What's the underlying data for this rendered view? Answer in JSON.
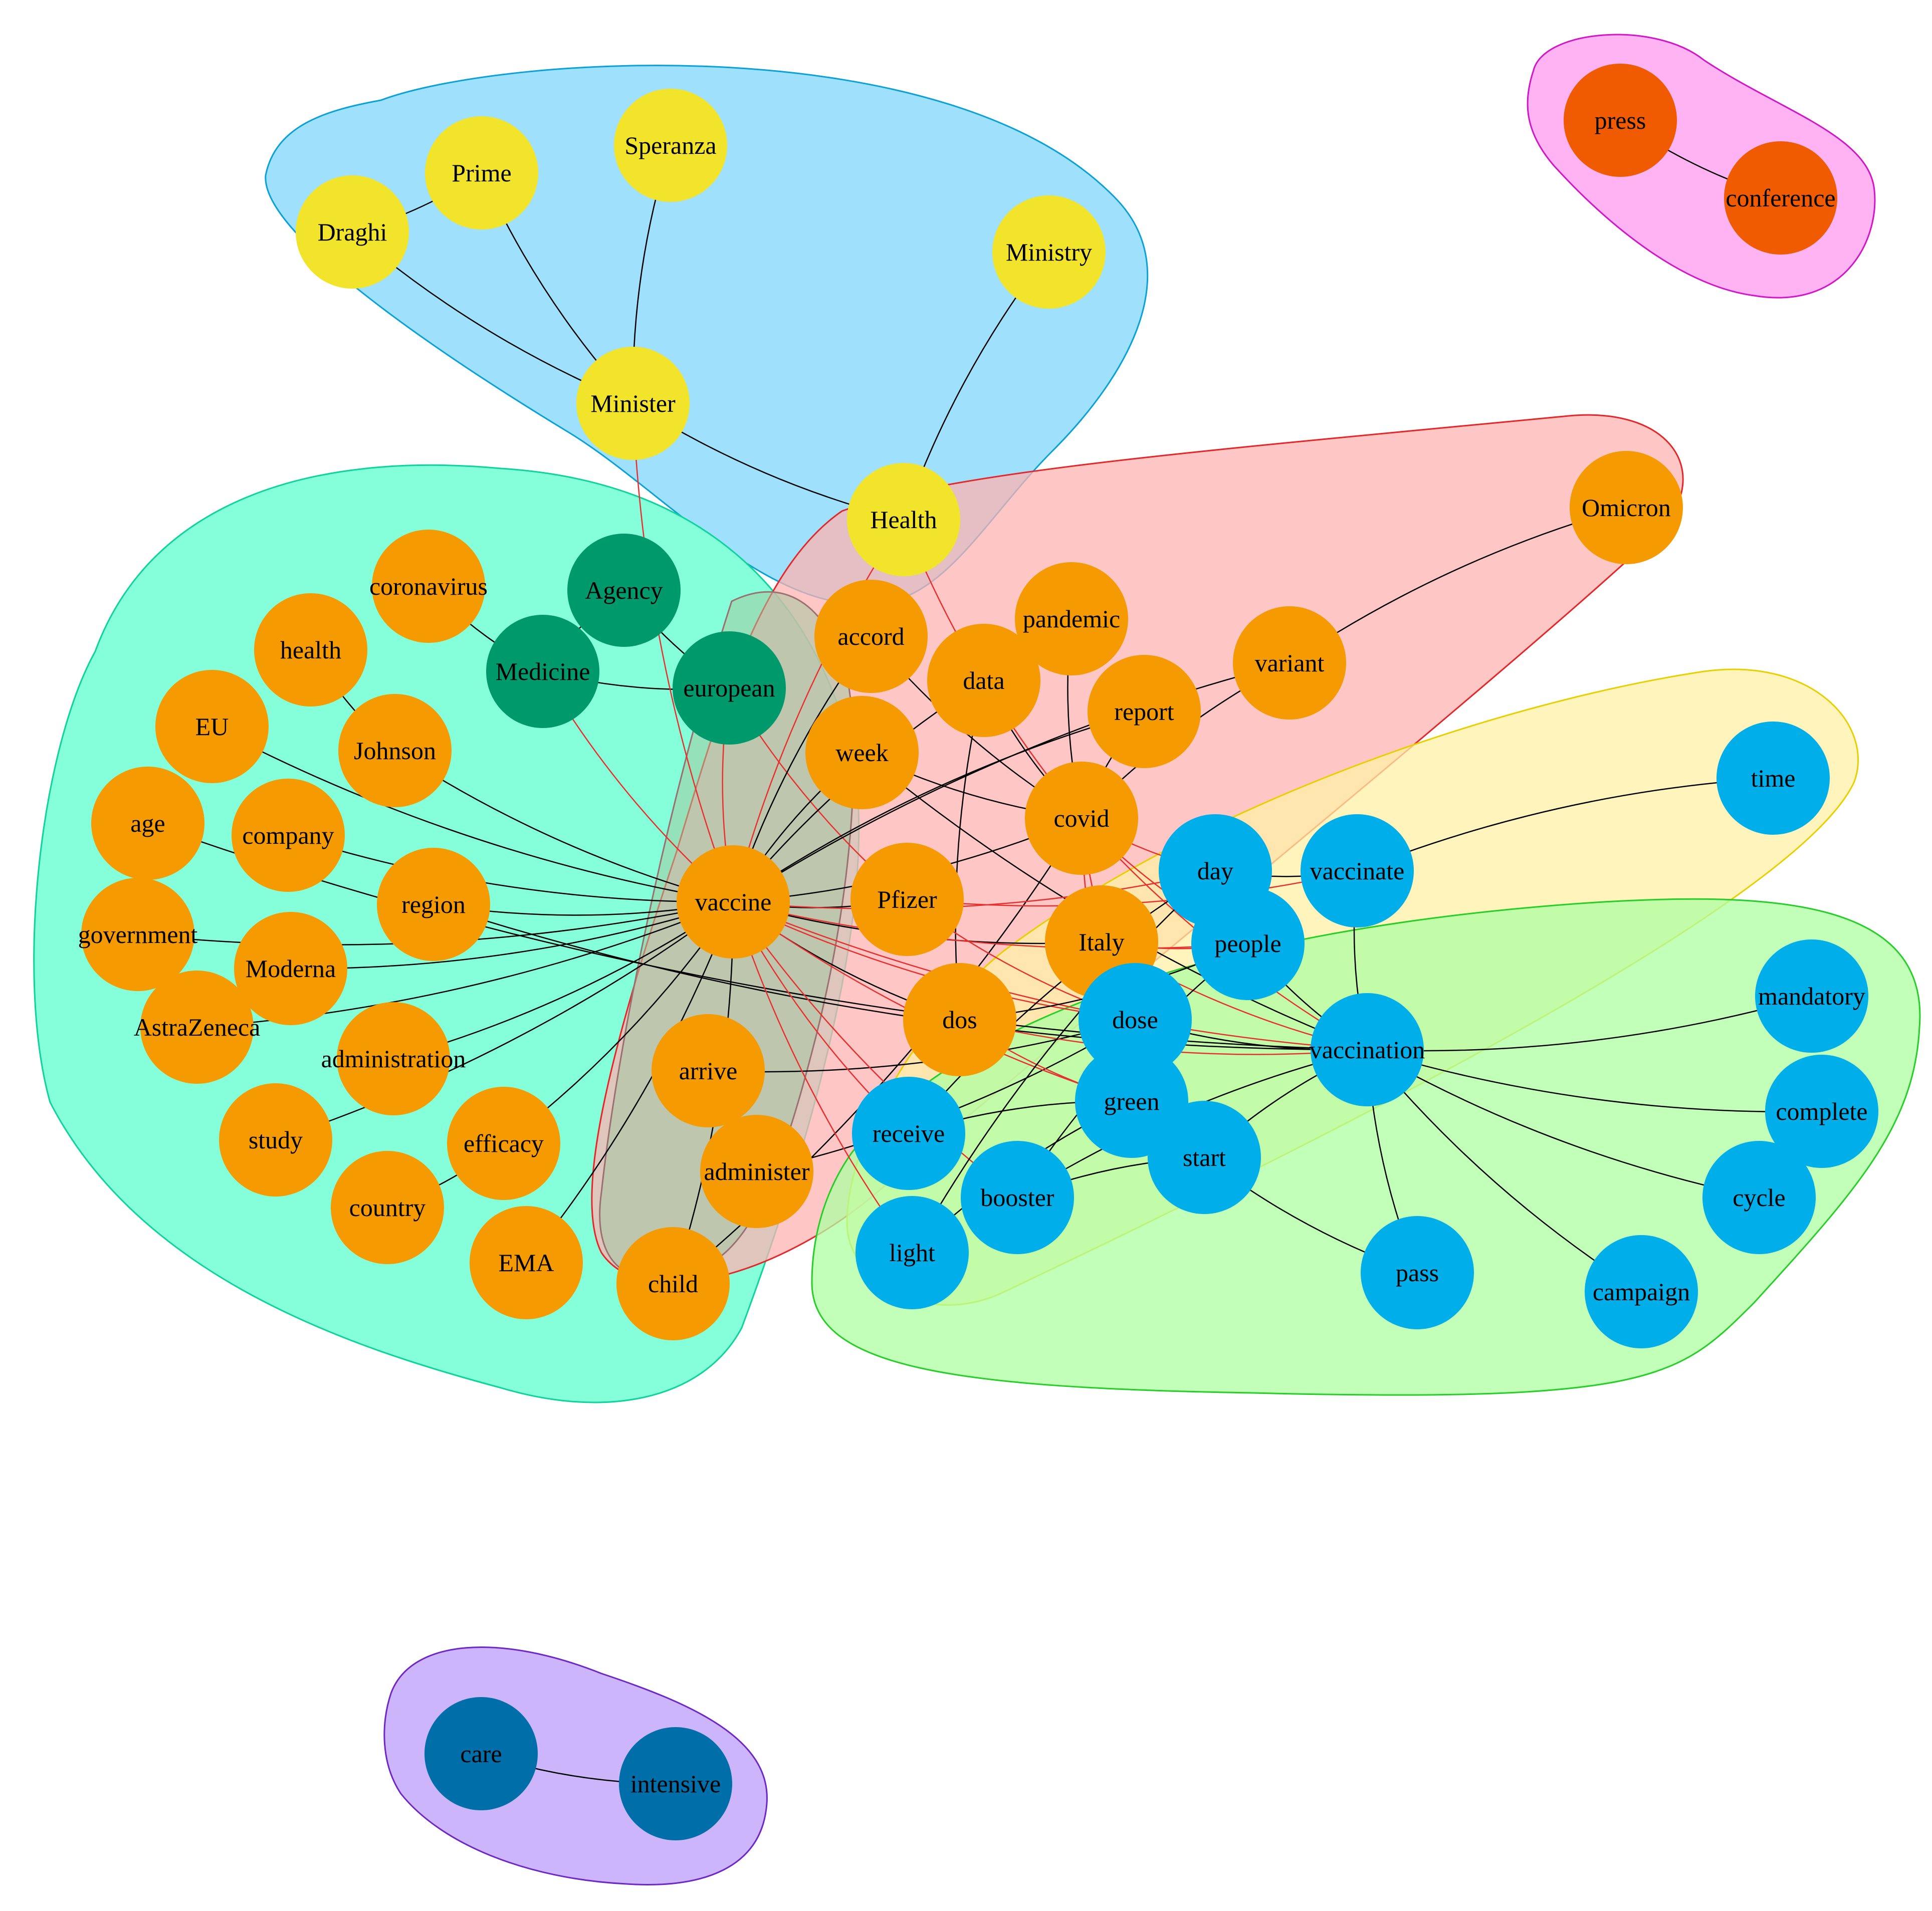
{
  "diagram": {
    "type": "network-graph",
    "colors": {
      "orange": "#f59a00",
      "yellow": "#f2e32b",
      "green": "#00996b",
      "blue": "#00aeea",
      "red_orange": "#f05a00",
      "dark_blue": "#006fa9",
      "edge_black": "#000000",
      "edge_red": "#e8302f"
    },
    "groups": [
      {
        "id": "g_health",
        "fill": "#9fe1fc",
        "stroke": "#0aa1d8"
      },
      {
        "id": "g_vaccine",
        "fill": "#85ffd9",
        "stroke": "#0dd49a"
      },
      {
        "id": "g_covid",
        "fill": "#feb3b1",
        "stroke": "#e5272a"
      },
      {
        "id": "g_day",
        "fill": "#fdf0a6",
        "stroke": "#e8d000"
      },
      {
        "id": "g_vaccination",
        "fill": "#adffa1",
        "stroke": "#26cf28"
      },
      {
        "id": "g_press",
        "fill": "#ffb3f2",
        "stroke": "#d317c8"
      },
      {
        "id": "g_care",
        "fill": "#cdb5fc",
        "stroke": "#6f28c8"
      },
      {
        "id": "g_overlap",
        "fill": "#a3c8a0",
        "stroke": "#9a7070"
      }
    ],
    "nodes": [
      {
        "id": "Draghi",
        "label": "Draghi",
        "color": "yellow"
      },
      {
        "id": "Prime",
        "label": "Prime",
        "color": "yellow"
      },
      {
        "id": "Speranza",
        "label": "Speranza",
        "color": "yellow"
      },
      {
        "id": "Ministry",
        "label": "Ministry",
        "color": "yellow"
      },
      {
        "id": "Minister",
        "label": "Minister",
        "color": "yellow"
      },
      {
        "id": "Health",
        "label": "Health",
        "color": "yellow"
      },
      {
        "id": "press",
        "label": "press",
        "color": "red_orange"
      },
      {
        "id": "conference",
        "label": "conference",
        "color": "red_orange"
      },
      {
        "id": "Omicron",
        "label": "Omicron",
        "color": "orange"
      },
      {
        "id": "coronavirus",
        "label": "coronavirus",
        "color": "orange"
      },
      {
        "id": "Agency",
        "label": "Agency",
        "color": "green"
      },
      {
        "id": "health",
        "label": "health",
        "color": "orange"
      },
      {
        "id": "Medicine",
        "label": "Medicine",
        "color": "green"
      },
      {
        "id": "european",
        "label": "european",
        "color": "green"
      },
      {
        "id": "accord",
        "label": "accord",
        "color": "orange"
      },
      {
        "id": "pandemic",
        "label": "pandemic",
        "color": "orange"
      },
      {
        "id": "data",
        "label": "data",
        "color": "orange"
      },
      {
        "id": "variant",
        "label": "variant",
        "color": "orange"
      },
      {
        "id": "EU",
        "label": "EU",
        "color": "orange"
      },
      {
        "id": "Johnson",
        "label": "Johnson",
        "color": "orange"
      },
      {
        "id": "week",
        "label": "week",
        "color": "orange"
      },
      {
        "id": "report",
        "label": "report",
        "color": "orange"
      },
      {
        "id": "time",
        "label": "time",
        "color": "blue"
      },
      {
        "id": "age",
        "label": "age",
        "color": "orange"
      },
      {
        "id": "company",
        "label": "company",
        "color": "orange"
      },
      {
        "id": "covid",
        "label": "covid",
        "color": "orange"
      },
      {
        "id": "day",
        "label": "day",
        "color": "blue"
      },
      {
        "id": "vaccinate",
        "label": "vaccinate",
        "color": "blue"
      },
      {
        "id": "region",
        "label": "region",
        "color": "orange"
      },
      {
        "id": "vaccine",
        "label": "vaccine",
        "color": "orange"
      },
      {
        "id": "Pfizer",
        "label": "Pfizer",
        "color": "orange"
      },
      {
        "id": "government",
        "label": "government",
        "color": "orange"
      },
      {
        "id": "Moderna",
        "label": "Moderna",
        "color": "orange"
      },
      {
        "id": "Italy",
        "label": "Italy",
        "color": "orange"
      },
      {
        "id": "people",
        "label": "people",
        "color": "blue"
      },
      {
        "id": "mandatory",
        "label": "mandatory",
        "color": "blue"
      },
      {
        "id": "AstraZeneca",
        "label": "AstraZeneca",
        "color": "orange"
      },
      {
        "id": "administration",
        "label": "administration",
        "color": "orange"
      },
      {
        "id": "dos",
        "label": "dos",
        "color": "orange"
      },
      {
        "id": "dose",
        "label": "dose",
        "color": "blue"
      },
      {
        "id": "vaccination",
        "label": "vaccination",
        "color": "blue"
      },
      {
        "id": "arrive",
        "label": "arrive",
        "color": "orange"
      },
      {
        "id": "green",
        "label": "green",
        "color": "blue"
      },
      {
        "id": "complete",
        "label": "complete",
        "color": "blue"
      },
      {
        "id": "study",
        "label": "study",
        "color": "orange"
      },
      {
        "id": "efficacy",
        "label": "efficacy",
        "color": "orange"
      },
      {
        "id": "receive",
        "label": "receive",
        "color": "blue"
      },
      {
        "id": "start",
        "label": "start",
        "color": "blue"
      },
      {
        "id": "administer",
        "label": "administer",
        "color": "orange"
      },
      {
        "id": "country",
        "label": "country",
        "color": "orange"
      },
      {
        "id": "booster",
        "label": "booster",
        "color": "blue"
      },
      {
        "id": "cycle",
        "label": "cycle",
        "color": "blue"
      },
      {
        "id": "EMA",
        "label": "EMA",
        "color": "orange"
      },
      {
        "id": "light",
        "label": "light",
        "color": "blue"
      },
      {
        "id": "child",
        "label": "child",
        "color": "orange"
      },
      {
        "id": "pass",
        "label": "pass",
        "color": "blue"
      },
      {
        "id": "campaign",
        "label": "campaign",
        "color": "blue"
      },
      {
        "id": "care",
        "label": "care",
        "color": "dark_blue"
      },
      {
        "id": "intensive",
        "label": "intensive",
        "color": "dark_blue"
      }
    ],
    "edges": [
      [
        "Draghi",
        "Prime",
        "k"
      ],
      [
        "Draghi",
        "Minister",
        "k"
      ],
      [
        "Prime",
        "Minister",
        "k"
      ],
      [
        "Speranza",
        "Minister",
        "k"
      ],
      [
        "Minister",
        "Health",
        "k"
      ],
      [
        "Ministry",
        "Health",
        "k"
      ],
      [
        "press",
        "conference",
        "k"
      ],
      [
        "care",
        "intensive",
        "k"
      ],
      [
        "Omicron",
        "variant",
        "k"
      ],
      [
        "coronavirus",
        "Medicine",
        "k"
      ],
      [
        "health",
        "Johnson",
        "k"
      ],
      [
        "Agency",
        "european",
        "k"
      ],
      [
        "Medicine",
        "european",
        "k"
      ],
      [
        "Agency",
        "Medicine",
        "k"
      ],
      [
        "Minister",
        "vaccine",
        "r"
      ],
      [
        "Health",
        "vaccine",
        "r"
      ],
      [
        "Health",
        "covid",
        "r"
      ],
      [
        "european",
        "vaccine",
        "r"
      ],
      [
        "european",
        "Pfizer",
        "r"
      ],
      [
        "Medicine",
        "vaccine",
        "r"
      ],
      [
        "accord",
        "vaccine",
        "k"
      ],
      [
        "accord",
        "covid",
        "k"
      ],
      [
        "data",
        "covid",
        "k"
      ],
      [
        "data",
        "vaccine",
        "k"
      ],
      [
        "data",
        "dos",
        "k"
      ],
      [
        "pandemic",
        "covid",
        "k"
      ],
      [
        "variant",
        "vaccine",
        "k"
      ],
      [
        "variant",
        "covid",
        "k"
      ],
      [
        "report",
        "covid",
        "k"
      ],
      [
        "report",
        "vaccine",
        "k"
      ],
      [
        "week",
        "vaccine",
        "k"
      ],
      [
        "week",
        "covid",
        "k"
      ],
      [
        "week",
        "vaccination",
        "k"
      ],
      [
        "EU",
        "vaccine",
        "k"
      ],
      [
        "Johnson",
        "vaccine",
        "k"
      ],
      [
        "age",
        "vaccination",
        "k"
      ],
      [
        "company",
        "vaccine",
        "k"
      ],
      [
        "region",
        "vaccine",
        "k"
      ],
      [
        "region",
        "vaccination",
        "k"
      ],
      [
        "government",
        "vaccine",
        "k"
      ],
      [
        "Moderna",
        "vaccine",
        "k"
      ],
      [
        "AstraZeneca",
        "vaccine",
        "k"
      ],
      [
        "administration",
        "vaccine",
        "k"
      ],
      [
        "study",
        "vaccine",
        "k"
      ],
      [
        "efficacy",
        "vaccine",
        "k"
      ],
      [
        "country",
        "efficacy",
        "k"
      ],
      [
        "EMA",
        "vaccine",
        "k"
      ],
      [
        "child",
        "vaccine",
        "k"
      ],
      [
        "child",
        "covid",
        "k"
      ],
      [
        "arrive",
        "dose",
        "k"
      ],
      [
        "administer",
        "dose",
        "k"
      ],
      [
        "vaccine",
        "Pfizer",
        "k"
      ],
      [
        "vaccine",
        "covid",
        "k"
      ],
      [
        "vaccine",
        "Italy",
        "k"
      ],
      [
        "vaccine",
        "dos",
        "k"
      ],
      [
        "vaccine",
        "day",
        "r"
      ],
      [
        "vaccine",
        "people",
        "r"
      ],
      [
        "vaccine",
        "vaccination",
        "r"
      ],
      [
        "vaccine",
        "dose",
        "r"
      ],
      [
        "vaccine",
        "green",
        "r"
      ],
      [
        "vaccine",
        "light",
        "r"
      ],
      [
        "vaccine",
        "booster",
        "r"
      ],
      [
        "vaccine",
        "receive",
        "r"
      ],
      [
        "covid",
        "day",
        "r"
      ],
      [
        "covid",
        "vaccination",
        "r"
      ],
      [
        "covid",
        "dose",
        "r"
      ],
      [
        "covid",
        "green",
        "r"
      ],
      [
        "covid",
        "people",
        "r"
      ],
      [
        "Pfizer",
        "dose",
        "r"
      ],
      [
        "Pfizer",
        "vaccinate",
        "r"
      ],
      [
        "Italy",
        "people",
        "r"
      ],
      [
        "Italy",
        "vaccination",
        "r"
      ],
      [
        "dos",
        "vaccination",
        "r"
      ],
      [
        "dos",
        "green",
        "r"
      ],
      [
        "dos",
        "people",
        "k"
      ],
      [
        "time",
        "vaccinate",
        "k"
      ],
      [
        "day",
        "vaccinate",
        "k"
      ],
      [
        "vaccinate",
        "vaccination",
        "k"
      ],
      [
        "people",
        "vaccination",
        "k"
      ],
      [
        "dose",
        "vaccination",
        "k"
      ],
      [
        "dose",
        "green",
        "k"
      ],
      [
        "vaccination",
        "mandatory",
        "k"
      ],
      [
        "vaccination",
        "complete",
        "k"
      ],
      [
        "vaccination",
        "cycle",
        "k"
      ],
      [
        "vaccination",
        "campaign",
        "k"
      ],
      [
        "vaccination",
        "pass",
        "k"
      ],
      [
        "vaccination",
        "start",
        "k"
      ],
      [
        "vaccination",
        "booster",
        "k"
      ],
      [
        "green",
        "light",
        "k"
      ],
      [
        "green",
        "receive",
        "k"
      ],
      [
        "start",
        "pass",
        "k"
      ],
      [
        "start",
        "booster",
        "k"
      ],
      [
        "day",
        "receive",
        "k"
      ],
      [
        "people",
        "booster",
        "k"
      ],
      [
        "day",
        "light",
        "k"
      ]
    ]
  }
}
